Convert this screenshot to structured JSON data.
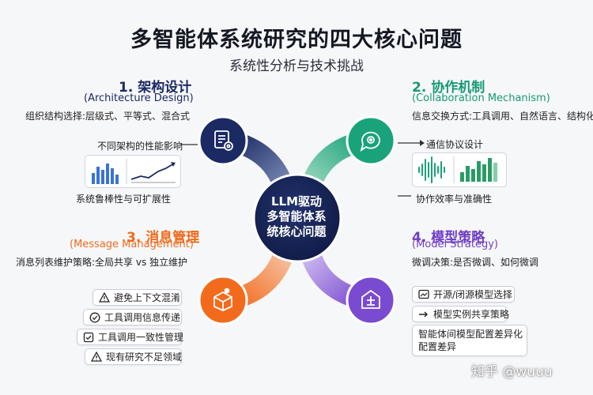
{
  "header": {
    "title": "多智能体系统研究的四大核心问题",
    "subtitle": "系统性分析与技术挑战"
  },
  "center": {
    "lines": [
      "LLM驱动",
      "多智能体系",
      "统核心问题"
    ]
  },
  "q1": {
    "title": "1. 架构设计",
    "en": "(Architecture Design)",
    "line1": "组织结构选择:层级式、平等式、混合式",
    "line2": "不同架构的性能影响",
    "line3": "系统鲁棒性与可扩展性"
  },
  "q2": {
    "title": "2. 协作机制",
    "en": "(Collaboration Mechanism)",
    "line1": "信息交换方式:工具调用、自然语言、结构化数据",
    "line2": "通信协议设计",
    "line3": "协作效率与准确性"
  },
  "q3": {
    "title": "3. 消息管理",
    "en": "(Message Management)",
    "line1": "消息列表维护策略:全局共享 vs 独立维护",
    "items": [
      "避免上下文混淆",
      "工具调用信息传递",
      "工具调用一致性管理",
      "现有研究不足领域"
    ]
  },
  "q4": {
    "title": "4. 模型策略",
    "en": "(Model Strategy)",
    "line1": "微调决策:是否微调、如何微调",
    "items": [
      "开源/闭源模型选择",
      "模型实例共享策略",
      "智能体间模型配置差异化",
      "配置差异"
    ]
  },
  "watermark": "知乎 @wuuu",
  "colors": {
    "navy": "#1b2a63",
    "teal": "#1aa37a",
    "orange": "#f26b1d",
    "purple": "#7a4bd0"
  }
}
